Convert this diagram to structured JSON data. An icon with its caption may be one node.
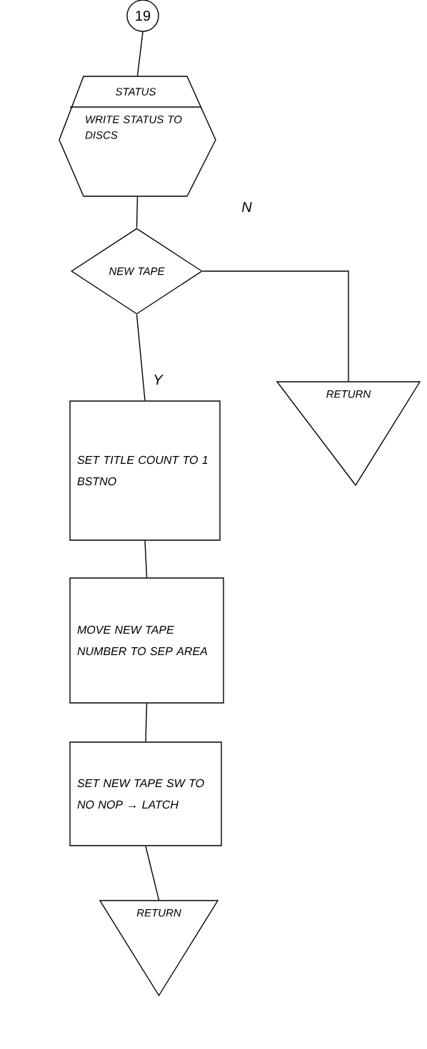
{
  "diagram": {
    "nodes": [
      {
        "text": [
          "19"
        ]
      },
      {
        "text": [
          "STATUS",
          "WRITE STATUS TO DISCS"
        ]
      },
      {
        "text": [
          "NEW TAPE"
        ]
      },
      {
        "text": [
          "RETURN"
        ]
      },
      {
        "text": [
          "SET TITLE COUNT TO 1 BSTNO"
        ]
      },
      {
        "text": [
          "MOVE NEW TAPE NUMBER TO SEP AREA"
        ]
      },
      {
        "text": [
          "SET NEW TAPE SW TO NO NOP → LATCH"
        ]
      },
      {
        "text": [
          "RETURN"
        ]
      }
    ],
    "edges": [
      {
        "from": 0,
        "to": 1,
        "arrow": "none"
      },
      {
        "from": 1,
        "to": 2,
        "arrow": "none"
      },
      {
        "from": 2,
        "to": 3,
        "arrow": "none",
        "label": "N"
      },
      {
        "from": 2,
        "to": 4,
        "arrow": "none",
        "label": "Y"
      },
      {
        "from": 4,
        "to": 5,
        "arrow": "none"
      },
      {
        "from": 5,
        "to": 6,
        "arrow": "none"
      },
      {
        "from": 6,
        "to": 7,
        "arrow": "none"
      }
    ]
  }
}
